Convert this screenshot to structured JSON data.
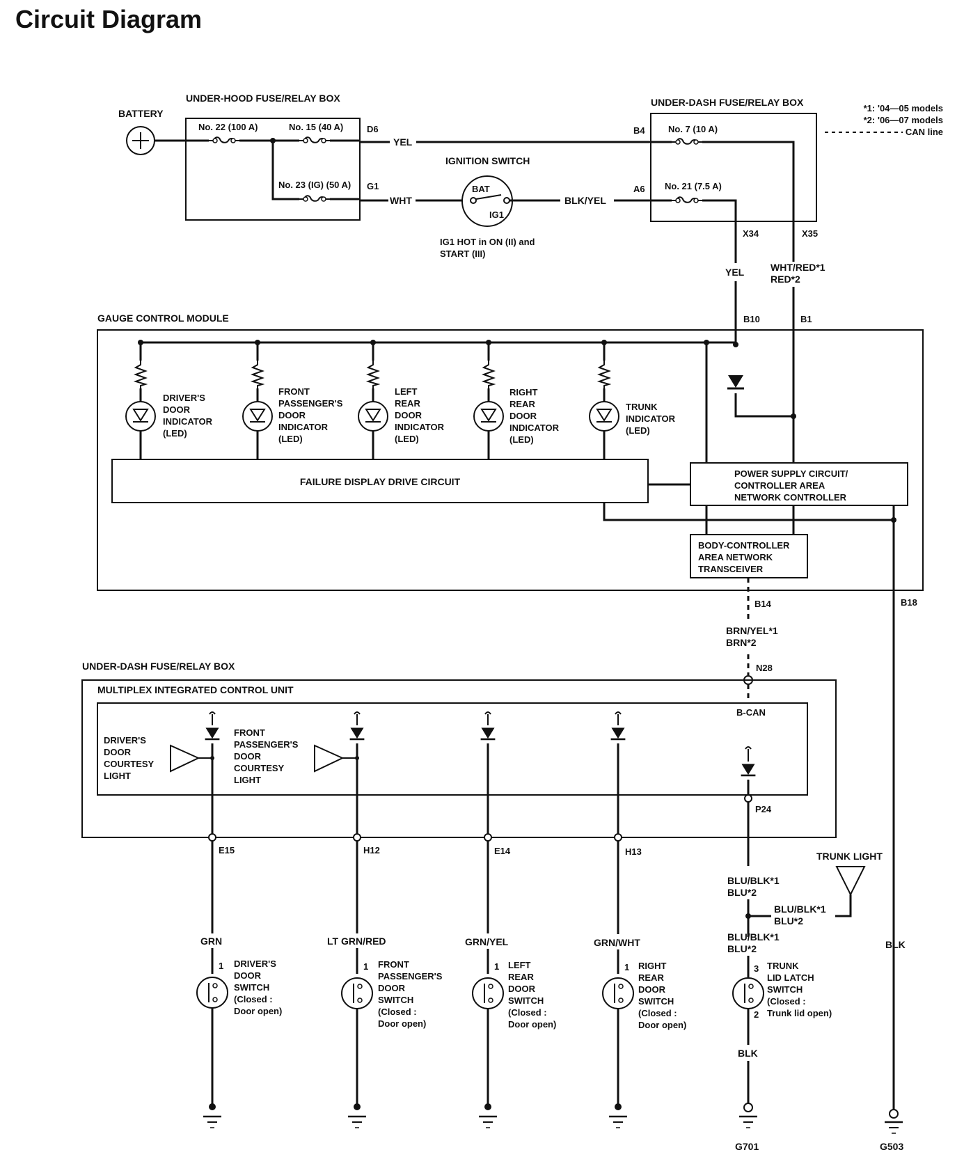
{
  "title": "Circuit Diagram",
  "notes": [
    "*1: '04—05 models",
    "*2: '06—07 models",
    "CAN line"
  ],
  "battery": "BATTERY",
  "underhood": {
    "label": "UNDER-HOOD FUSE/RELAY BOX",
    "fuse22": "No. 22 (100 A)",
    "fuse15": "No. 15 (40 A)",
    "fuse23": "No. 23 (IG) (50 A)",
    "d6": "D6",
    "g1": "G1"
  },
  "wires": {
    "yel": "YEL",
    "wht": "WHT",
    "blkyel": "BLK/YEL",
    "yel2": "YEL",
    "whtred1": "WHT/RED*1",
    "red2": "RED*2",
    "brnyel1": "BRN/YEL*1",
    "brn2": "BRN*2",
    "blublk_a1": "BLU/BLK*1",
    "blu_a2": "BLU*2",
    "blublk_b1": "BLU/BLK*1",
    "blu_b2": "BLU*2",
    "blublk_c1": "BLU/BLK*1",
    "blu_c2": "BLU*2",
    "grn": "GRN",
    "ltgrnred": "LT GRN/RED",
    "grnyel": "GRN/YEL",
    "grnwht": "GRN/WHT",
    "blk_trunk": "BLK",
    "blk_g503": "BLK"
  },
  "ignition": {
    "label": "IGNITION SWITCH",
    "bat": "BAT",
    "ig1": "IG1",
    "note1": "IG1 HOT in ON (II) and",
    "note2": "START (III)"
  },
  "underdash": {
    "label": "UNDER-DASH FUSE/RELAY BOX",
    "fuse7": "No. 7 (10 A)",
    "fuse21": "No. 21 (7.5 A)",
    "b4": "B4",
    "a6": "A6",
    "x34": "X34",
    "x35": "X35"
  },
  "gcm": {
    "label": "GAUGE CONTROL MODULE",
    "b10": "B10",
    "b1": "B1",
    "b14": "B14",
    "b18": "B18",
    "led1": [
      "DRIVER'S",
      "DOOR",
      "INDICATOR",
      "(LED)"
    ],
    "led2": [
      "FRONT",
      "PASSENGER'S",
      "DOOR",
      "INDICATOR",
      "(LED)"
    ],
    "led3": [
      "LEFT",
      "REAR",
      "DOOR",
      "INDICATOR",
      "(LED)"
    ],
    "led4": [
      "RIGHT",
      "REAR",
      "DOOR",
      "INDICATOR",
      "(LED)"
    ],
    "led5": [
      "TRUNK",
      "INDICATOR",
      "(LED)"
    ],
    "failure": "FAILURE DISPLAY DRIVE CIRCUIT",
    "power": [
      "POWER SUPPLY CIRCUIT/",
      "CONTROLLER AREA",
      "NETWORK CONTROLLER"
    ],
    "transceiver": [
      "BODY-CONTROLLER",
      "AREA NETWORK",
      "TRANSCEIVER"
    ]
  },
  "underdash2": {
    "label": "UNDER-DASH FUSE/RELAY BOX",
    "micu": "MULTIPLEX INTEGRATED CONTROL UNIT",
    "n28": "N28",
    "bcan": "B-CAN",
    "p24": "P24",
    "e15": "E15",
    "h12": "H12",
    "e14": "E14",
    "h13": "H13",
    "courtesy1": [
      "DRIVER'S",
      "DOOR",
      "COURTESY",
      "LIGHT"
    ],
    "courtesy2": [
      "FRONT",
      "PASSENGER'S",
      "DOOR",
      "COURTESY",
      "LIGHT"
    ]
  },
  "trunk_light": "TRUNK LIGHT",
  "switches": {
    "sw1": [
      "DRIVER'S",
      "DOOR",
      "SWITCH",
      "(Closed :",
      "Door open)"
    ],
    "sw2": [
      "FRONT",
      "PASSENGER'S",
      "DOOR",
      "SWITCH",
      "(Closed :",
      "Door open)"
    ],
    "sw3": [
      "LEFT",
      "REAR",
      "DOOR",
      "SWITCH",
      "(Closed :",
      "Door open)"
    ],
    "sw4": [
      "RIGHT",
      "REAR",
      "DOOR",
      "SWITCH",
      "(Closed :",
      "Door open)"
    ],
    "sw5": [
      "TRUNK",
      "LID LATCH",
      "SWITCH",
      "(Closed :",
      "Trunk lid open)"
    ],
    "pin1": "1",
    "pin3": "3",
    "pin2": "2"
  },
  "grounds": {
    "g701": "G701",
    "g503": "G503"
  }
}
